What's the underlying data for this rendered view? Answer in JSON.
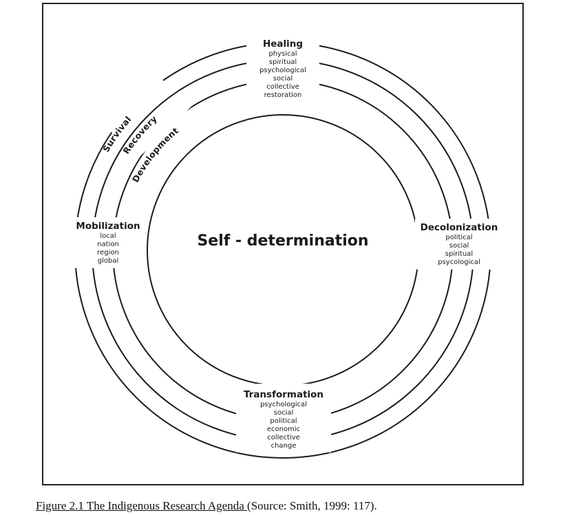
{
  "center": "Self - determination",
  "rings": [
    "Survival",
    "Recovery",
    "Development"
  ],
  "healing": {
    "title": "Healing",
    "items": [
      "physical",
      "spiritual",
      "psychological",
      "social",
      "collective",
      "restoration"
    ]
  },
  "mobilization": {
    "title": "Mobilization",
    "items": [
      "local",
      "nation",
      "region",
      "global"
    ]
  },
  "decolonization": {
    "title": "Decolonization",
    "items": [
      "political",
      "social",
      "spiritual",
      "psycological"
    ]
  },
  "transformation": {
    "title": "Transformation",
    "items": [
      "psychological",
      "social",
      "political",
      "economic",
      "collective",
      "change"
    ]
  },
  "caption": {
    "title": "Figure 2.1 The Indigenous Research Agenda ",
    "source": "(Source: Smith, 1999: 117)."
  }
}
